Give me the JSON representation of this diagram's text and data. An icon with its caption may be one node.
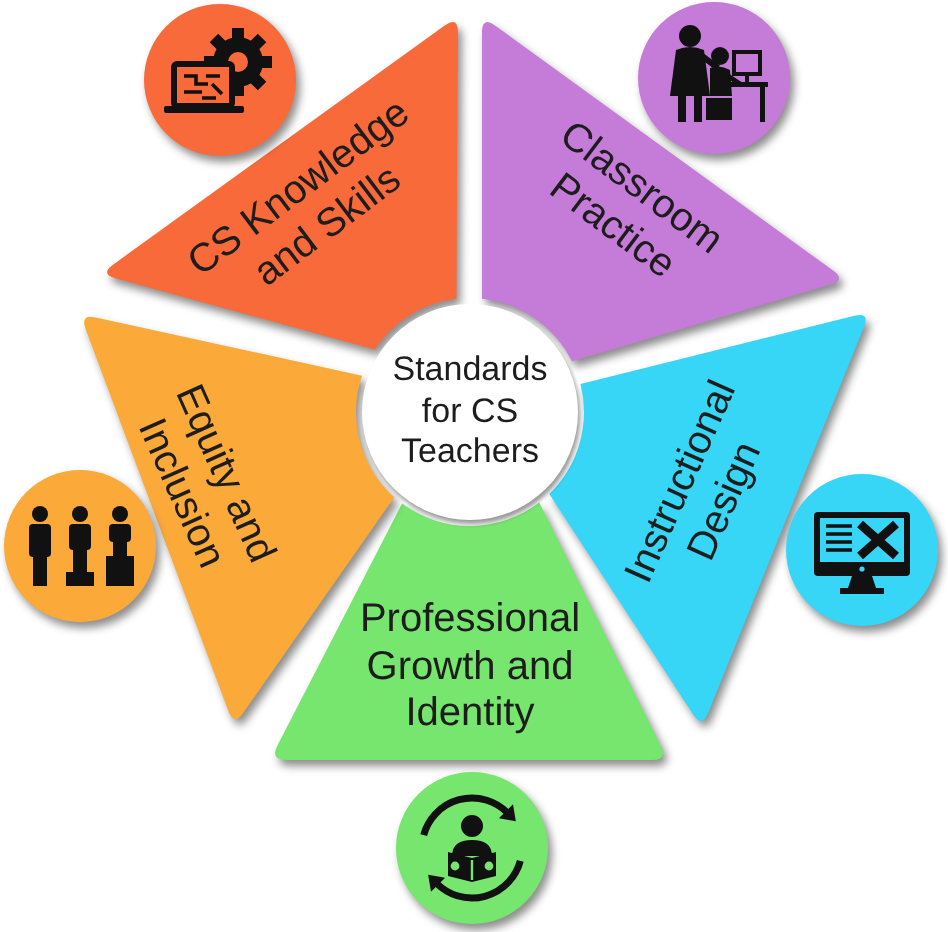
{
  "diagram": {
    "nodes": [
      {
        "text": [
          "Standards for CS Teachers"
        ]
      },
      {
        "text": [
          "CS Knowledge and Skills"
        ]
      },
      {
        "text": [
          "Classroom Practice"
        ]
      },
      {
        "text": [
          "Instructional Design"
        ]
      },
      {
        "text": [
          "Professional Growth and Identity"
        ]
      },
      {
        "text": [
          "Equity and Inclusion"
        ]
      }
    ]
  }
}
